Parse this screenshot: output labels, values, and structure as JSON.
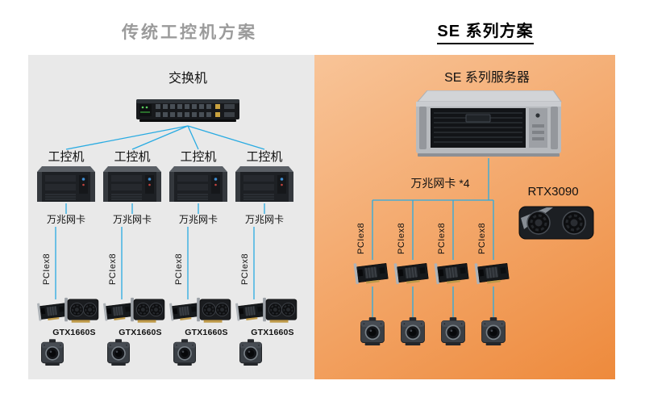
{
  "titles": {
    "left": "传统工控机方案",
    "right": "SE 系列方案"
  },
  "left_panel": {
    "switch_label": "交换机",
    "columns": [
      {
        "ipc_label": "工控机",
        "nic_label": "万兆网卡",
        "pcie_label": "PCIex8",
        "gpu_label": "GTX1660S"
      },
      {
        "ipc_label": "工控机",
        "nic_label": "万兆网卡",
        "pcie_label": "PCIex8",
        "gpu_label": "GTX1660S"
      },
      {
        "ipc_label": "工控机",
        "nic_label": "万兆网卡",
        "pcie_label": "PCIex8",
        "gpu_label": "GTX1660S"
      },
      {
        "ipc_label": "工控机",
        "nic_label": "万兆网卡",
        "pcie_label": "PCIex8",
        "gpu_label": "GTX1660S"
      }
    ]
  },
  "right_panel": {
    "server_label": "SE 系列服务器",
    "nic_label": "万兆网卡 *4",
    "gpu_label": "RTX3090",
    "pcie_labels": [
      "PCIex8",
      "PCIex8",
      "PCIex8",
      "PCIex8"
    ]
  },
  "icons": {
    "switch": "network-switch",
    "industrial_pc": "rack-ipc-chassis",
    "server": "se-rack-server",
    "nic": "pcie-network-card",
    "gpu_small": "gtx1660s-graphics-card",
    "gpu_large": "rtx3090-graphics-card",
    "camera": "industrial-camera"
  },
  "colors": {
    "left_panel_bg": "#e9e9e9",
    "right_panel_grad_start": "#f8c498",
    "right_panel_grad_end": "#ee8a3c",
    "connector": "#29abe2",
    "left_title": "#9b9b9b",
    "right_title": "#000000",
    "label_text": "#111111"
  }
}
